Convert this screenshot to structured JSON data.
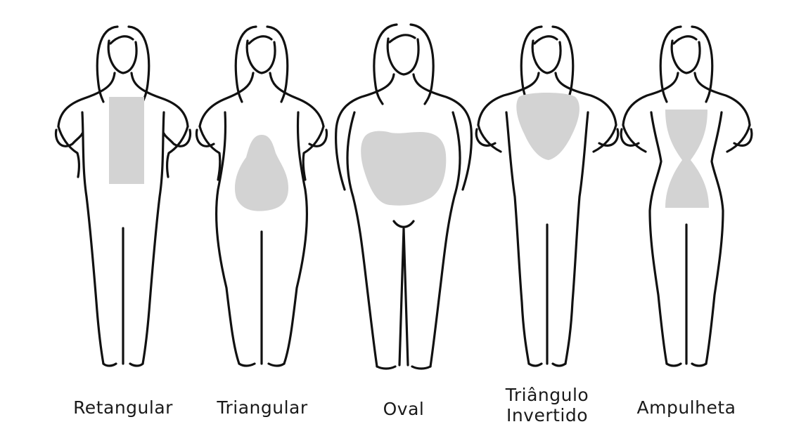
{
  "figure": {
    "zone_color": "#d3d3d3",
    "line_color": "#111111",
    "background": "#ffffff"
  },
  "body_types": [
    {
      "label": "Retangular",
      "zone_shape": "rectangle"
    },
    {
      "label": "Triangular",
      "zone_shape": "pear"
    },
    {
      "label": "Oval",
      "zone_shape": "oval"
    },
    {
      "label_line1": "Triângulo",
      "label_line2": "Invertido",
      "zone_shape": "inverted-triangle"
    },
    {
      "label": "Ampulheta",
      "zone_shape": "hourglass"
    }
  ]
}
